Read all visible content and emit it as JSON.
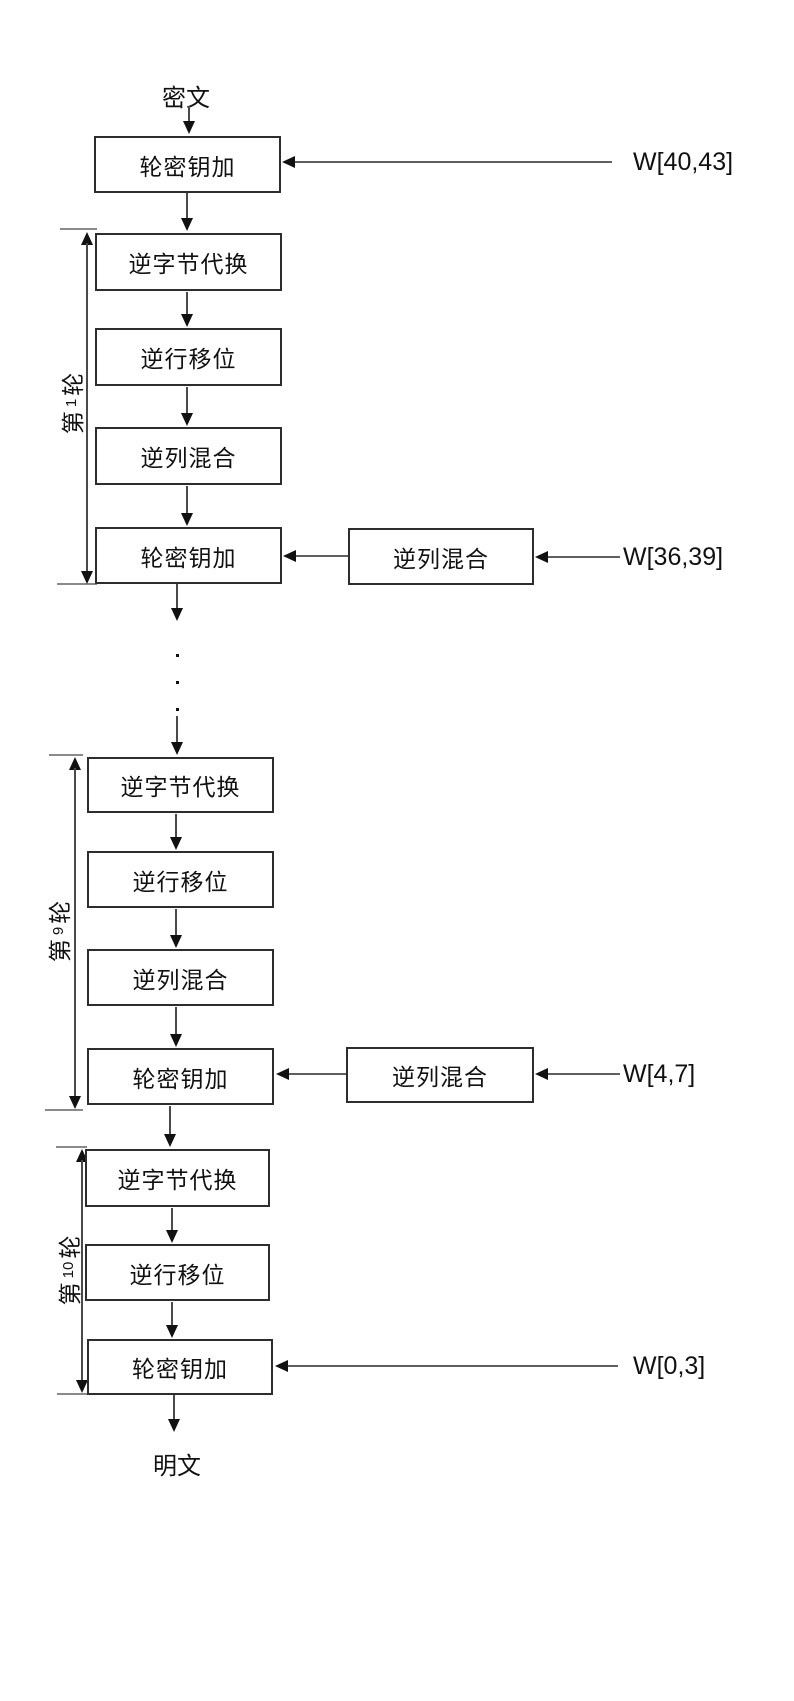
{
  "diagram": {
    "top_label": "密文",
    "bottom_label": "明文",
    "initial": {
      "label": "轮密钥加",
      "key": "W[40,43]"
    },
    "rounds": [
      {
        "name_prefix": "第",
        "name_digit": "1",
        "name_suffix": "轮",
        "steps": [
          "逆字节代换",
          "逆行移位",
          "逆列混合",
          "轮密钥加"
        ],
        "side": "逆列混合",
        "key": "W[36,39]"
      },
      {
        "name_prefix": "第",
        "name_digit": "9",
        "name_suffix": "轮",
        "steps": [
          "逆字节代换",
          "逆行移位",
          "逆列混合",
          "轮密钥加"
        ],
        "side": "逆列混合",
        "key": "W[4,7]"
      },
      {
        "name_prefix": "第",
        "name_digit": "10",
        "name_suffix": "轮",
        "steps": [
          "逆字节代换",
          "逆行移位",
          "轮密钥加"
        ],
        "key": "W[0,3]"
      }
    ]
  }
}
